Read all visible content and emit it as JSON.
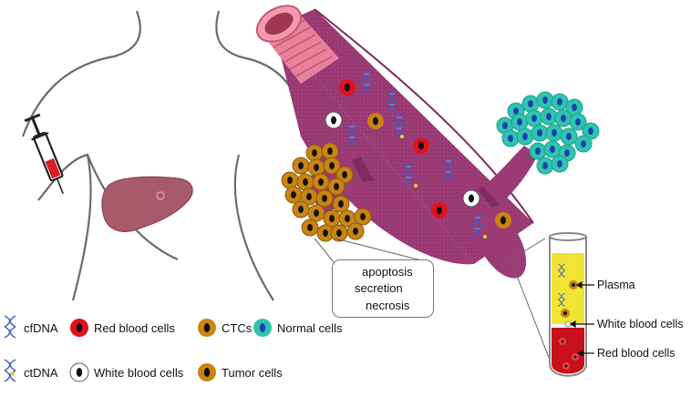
{
  "legend": {
    "cfdna": "cfDNA",
    "ctdna": "ctDNA",
    "red_blood_cells": "Red blood cells",
    "white_blood_cells": "White blood cells",
    "ctcs": "CTCs",
    "tumor_cells": "Tumor cells",
    "normal_cells": "Normal cells"
  },
  "release_box": {
    "items": [
      "apoptosis",
      "secretion",
      "necrosis"
    ]
  },
  "tube": {
    "plasma": "Plasma",
    "white_blood_cells": "White blood cells",
    "red_blood_cells": "Red blood cells"
  },
  "colors": {
    "vessel": "#9b3a75",
    "vessel_dark": "#7d2c5e",
    "tumor": "#c98414",
    "normal": "#2ec4b0",
    "normal_nucleus": "#1f3fb0",
    "rbc": "#e3121f",
    "liver": "#a75a6b",
    "plasma": "#f2e334",
    "blood": "#c8101c"
  }
}
